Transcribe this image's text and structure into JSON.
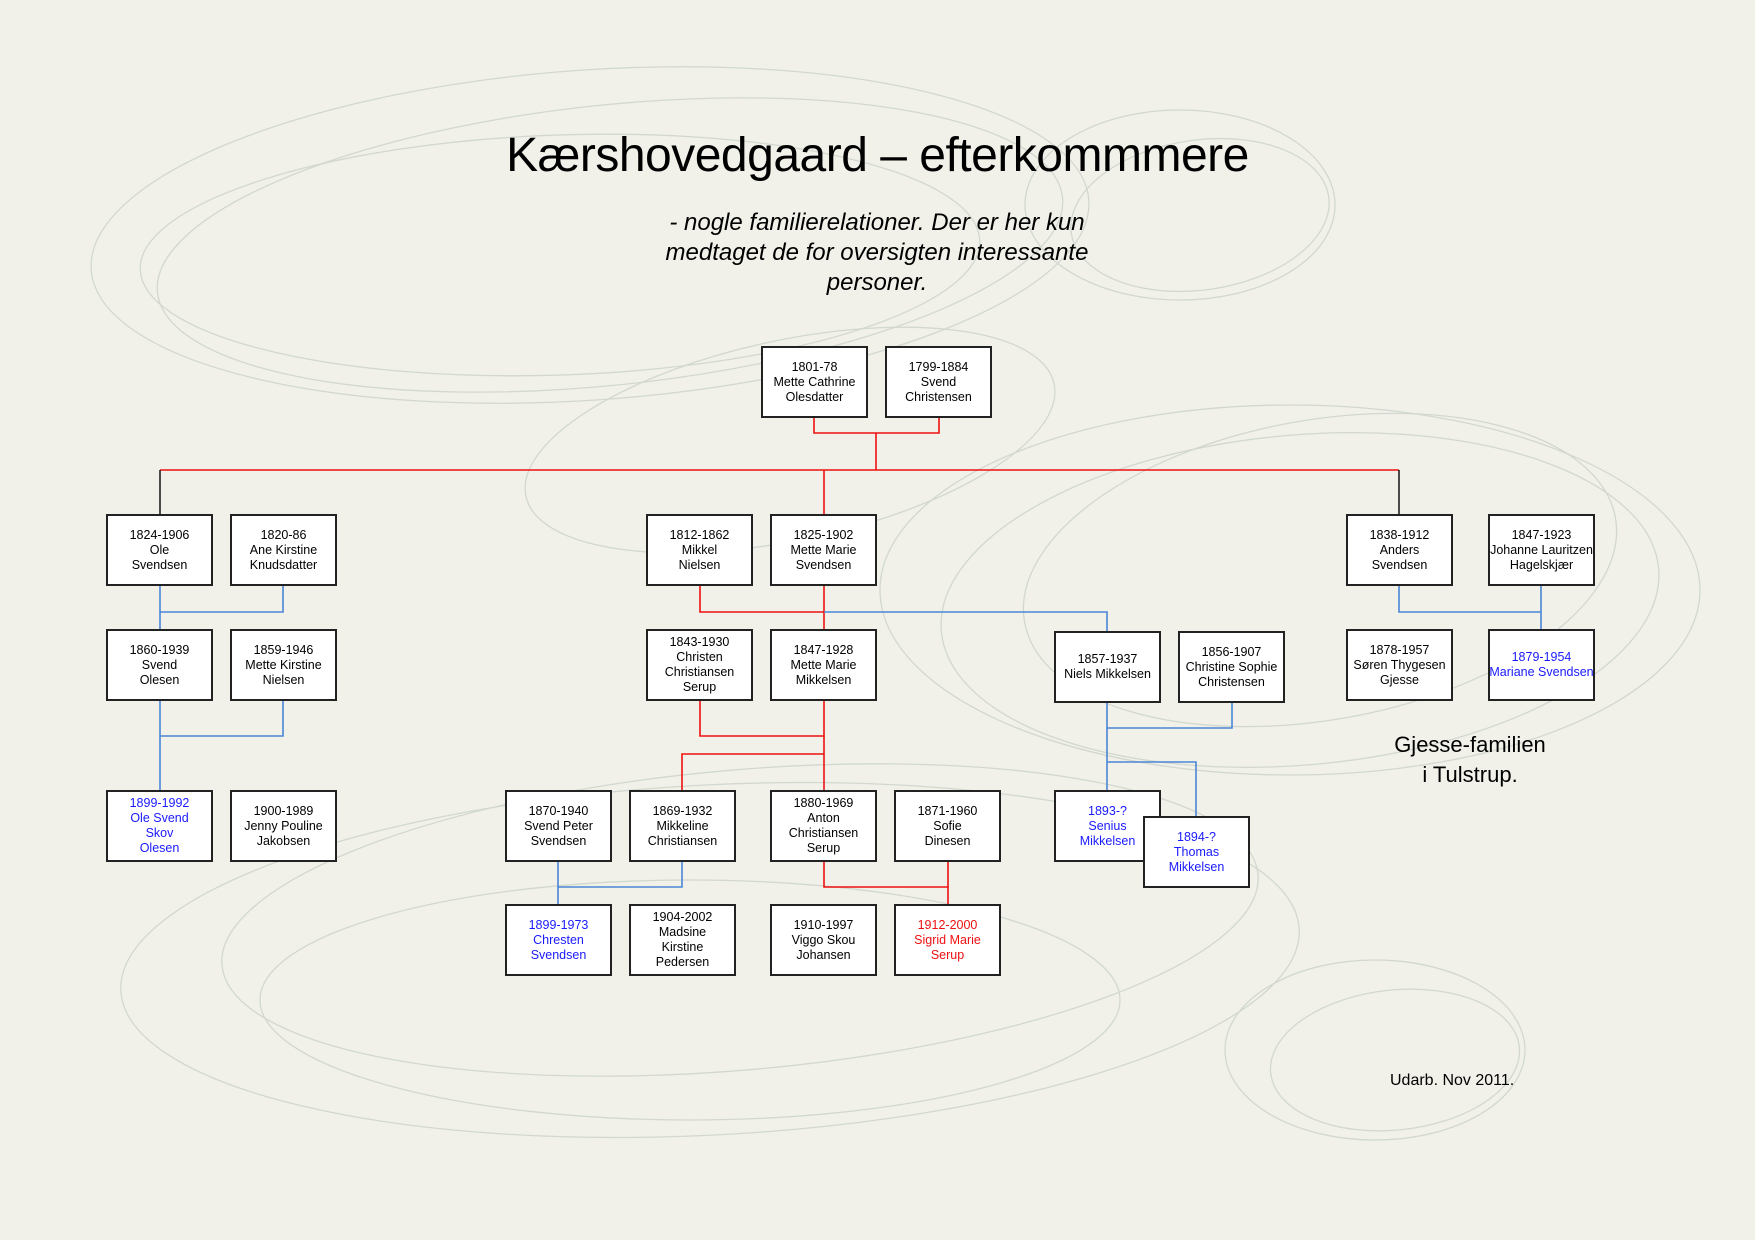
{
  "title": "Kærshovedgaard – efterkommmere",
  "subtitle": [
    "- nogle familierelationer. Der er her kun",
    "medtaget de for oversigten interessante",
    "personer."
  ],
  "colors": {
    "background": "#f1f1ea",
    "red_line": "#ee1111",
    "blue_line": "#4a86d6",
    "dark_line": "#222222",
    "blue_text": "#1a1aff",
    "red_text": "#ee1111"
  },
  "people": {
    "mette_cathrine": [
      "1801-78",
      "Mette Cathrine",
      "Olesdatter"
    ],
    "svend_christensen": [
      "1799-1884",
      "Svend",
      "Christensen"
    ],
    "ole_svendsen": [
      "1824-1906",
      "Ole",
      "Svendsen"
    ],
    "ane_kirstine": [
      "1820-86",
      "Ane Kirstine",
      "Knudsdatter"
    ],
    "mikkel_nielsen": [
      "1812-1862",
      "Mikkel",
      "Nielsen"
    ],
    "mette_marie_svendsen": [
      "1825-1902",
      "Mette Marie",
      "Svendsen"
    ],
    "anders_svendsen": [
      "1838-1912",
      "Anders",
      "Svendsen"
    ],
    "johanne": [
      "1847-1923",
      "Johanne Lauritzen",
      "Hagelskjær"
    ],
    "svend_olesen": [
      "1860-1939",
      "Svend",
      "Olesen"
    ],
    "mette_kirstine": [
      "1859-1946",
      "Mette Kirstine",
      "Nielsen"
    ],
    "christen_serup": [
      "1843-1930",
      "Christen",
      "Christiansen",
      "Serup"
    ],
    "mette_marie_mikkelsen": [
      "1847-1928",
      "Mette Marie",
      "Mikkelsen"
    ],
    "niels_mikkelsen": [
      "1857-1937",
      "Niels Mikkelsen"
    ],
    "christine_sophie": [
      "1856-1907",
      "Christine Sophie",
      "Christensen"
    ],
    "soren_gjesse": [
      "1878-1957",
      "Søren Thygesen",
      "Gjesse"
    ],
    "mariane_svendsen": [
      "1879-1954",
      "Mariane Svendsen"
    ],
    "ole_svend_skov": [
      "1899-1992",
      "Ole Svend",
      "Skov",
      "Olesen"
    ],
    "jenny": [
      "1900-1989",
      "Jenny Pouline",
      "Jakobsen"
    ],
    "svend_peter": [
      "1870-1940",
      "Svend Peter",
      "Svendsen"
    ],
    "mikkeline": [
      "1869-1932",
      "Mikkeline",
      "Christiansen"
    ],
    "anton": [
      "1880-1969",
      "Anton",
      "Christiansen",
      "Serup"
    ],
    "sofie": [
      "1871-1960",
      "Sofie",
      "Dinesen"
    ],
    "senius": [
      "1893-?",
      "Senius",
      "Mikkelsen"
    ],
    "thomas": [
      "1894-?",
      "Thomas",
      "Mikkelsen"
    ],
    "chresten": [
      "1899-1973",
      "Chresten",
      "Svendsen"
    ],
    "madsine": [
      "1904-2002",
      "Madsine",
      "Kirstine",
      "Pedersen"
    ],
    "viggo": [
      "1910-1997",
      "Viggo Skou",
      "Johansen"
    ],
    "sigrid": [
      "1912-2000",
      "Sigrid Marie",
      "Serup"
    ]
  },
  "gjesse_note": [
    "Gjesse-familien",
    "i Tulstrup."
  ],
  "footer": "Udarb. Nov 2011."
}
